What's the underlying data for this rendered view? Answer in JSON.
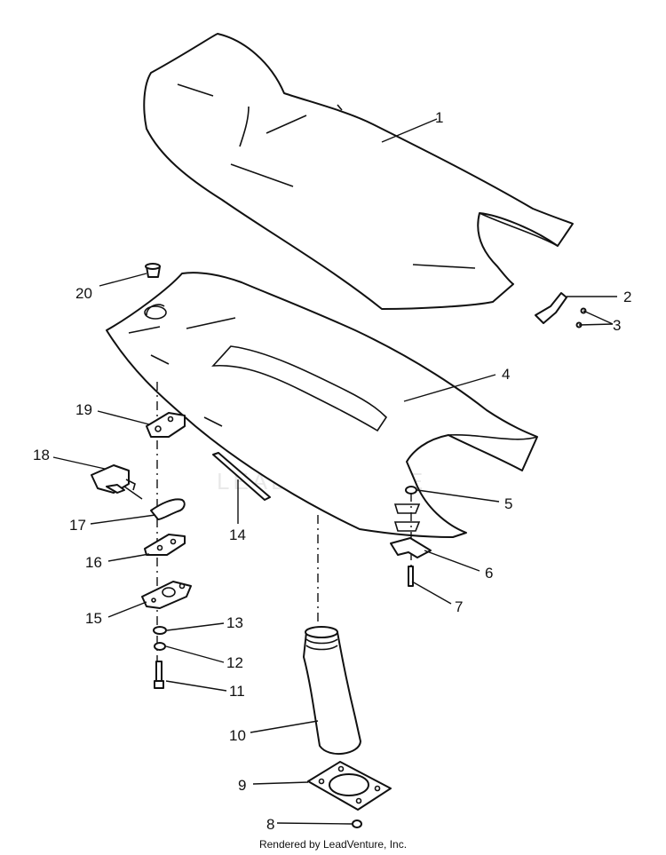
{
  "watermark": {
    "text": "LEADVENTURE",
    "brand_color": "#e6e6e6"
  },
  "credit": "Rendered by LeadVenture, Inc.",
  "callouts": {
    "c1": "1",
    "c2": "2",
    "c3": "3",
    "c4": "4",
    "c5": "5",
    "c6": "6",
    "c7": "7",
    "c8": "8",
    "c9": "9",
    "c10": "10",
    "c11": "11",
    "c12": "12",
    "c13": "13",
    "c14": "14",
    "c15": "15",
    "c16": "16",
    "c17": "17",
    "c18": "18",
    "c19": "19",
    "c20": "20"
  }
}
